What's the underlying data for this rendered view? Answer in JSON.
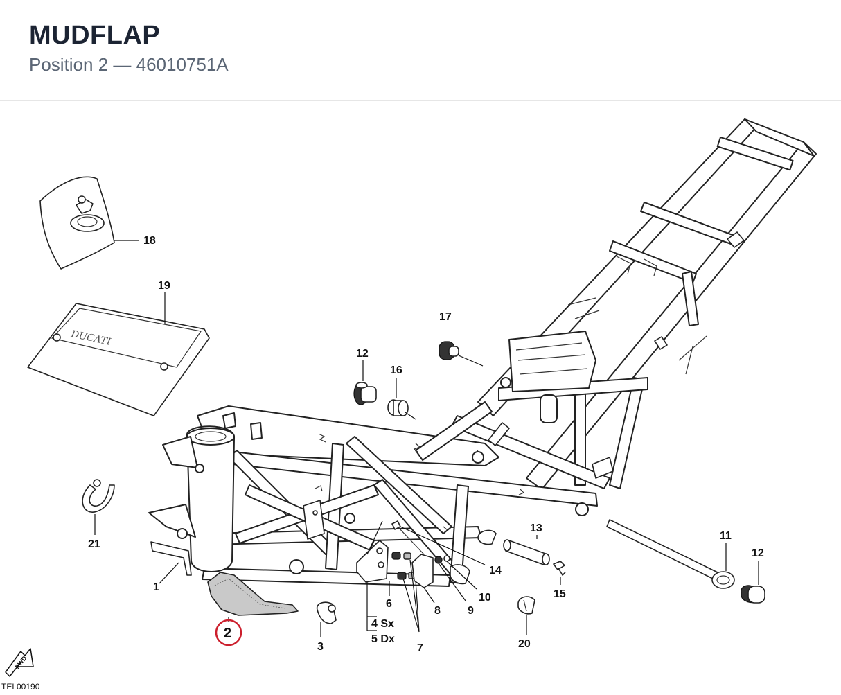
{
  "header": {
    "title": "MUDFLAP",
    "subtitle": "Position 2 — 46010751A"
  },
  "diagram": {
    "highlight_color": "#cc1f2d",
    "labels": {
      "l1": "1",
      "l2": "2",
      "l3": "3",
      "l4": "4 Sx",
      "l5": "5 Dx",
      "l6": "6",
      "l7": "7",
      "l8": "8",
      "l9": "9",
      "l10": "10",
      "l11": "11",
      "l12a": "12",
      "l12b": "12",
      "l13": "13",
      "l14": "14",
      "l15": "15",
      "l16": "16",
      "l17": "17",
      "l18": "18",
      "l19": "19",
      "l20": "20",
      "l21": "21"
    },
    "logo_text": "DUCATI",
    "fwd_text": "FWD",
    "drawing_code": "TEL00190"
  }
}
